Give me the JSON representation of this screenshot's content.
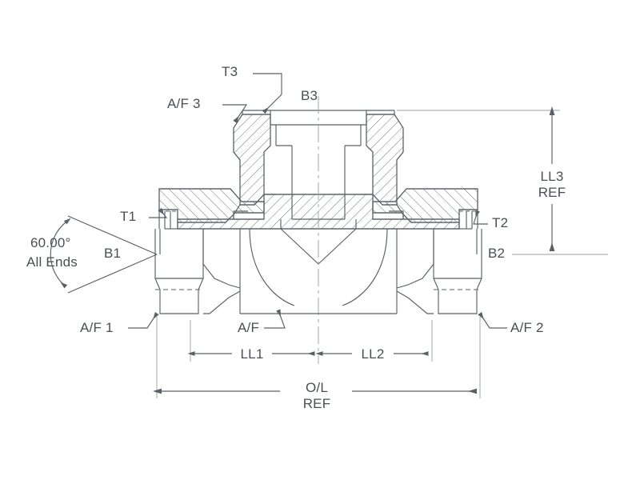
{
  "drawing": {
    "type": "engineering-cross-section",
    "subject": "hydraulic branch tee fitting",
    "background_color": "#ffffff",
    "line_color": "#5a6066",
    "hatch_color": "#6e757c",
    "text_color": "#4a4f55",
    "centerline_color": "#8d9399"
  },
  "annotations": {
    "angle_note": {
      "value": "60.00°",
      "note": "All Ends"
    },
    "port_labels": {
      "t1": "T1",
      "t2": "T2",
      "t3": "T3",
      "b1": "B1",
      "b2": "B2",
      "b3": "B3"
    },
    "across_flats": {
      "af1": "A/F 1",
      "af2": "A/F 2",
      "af3": "A/F 3",
      "af_center": "A/F"
    },
    "dimensions": {
      "ll1": "LL1",
      "ll2": "LL2",
      "ll3_line1": "LL3",
      "ll3_line2": "REF",
      "ol_line1": "O/L",
      "ol_line2": "REF"
    }
  }
}
